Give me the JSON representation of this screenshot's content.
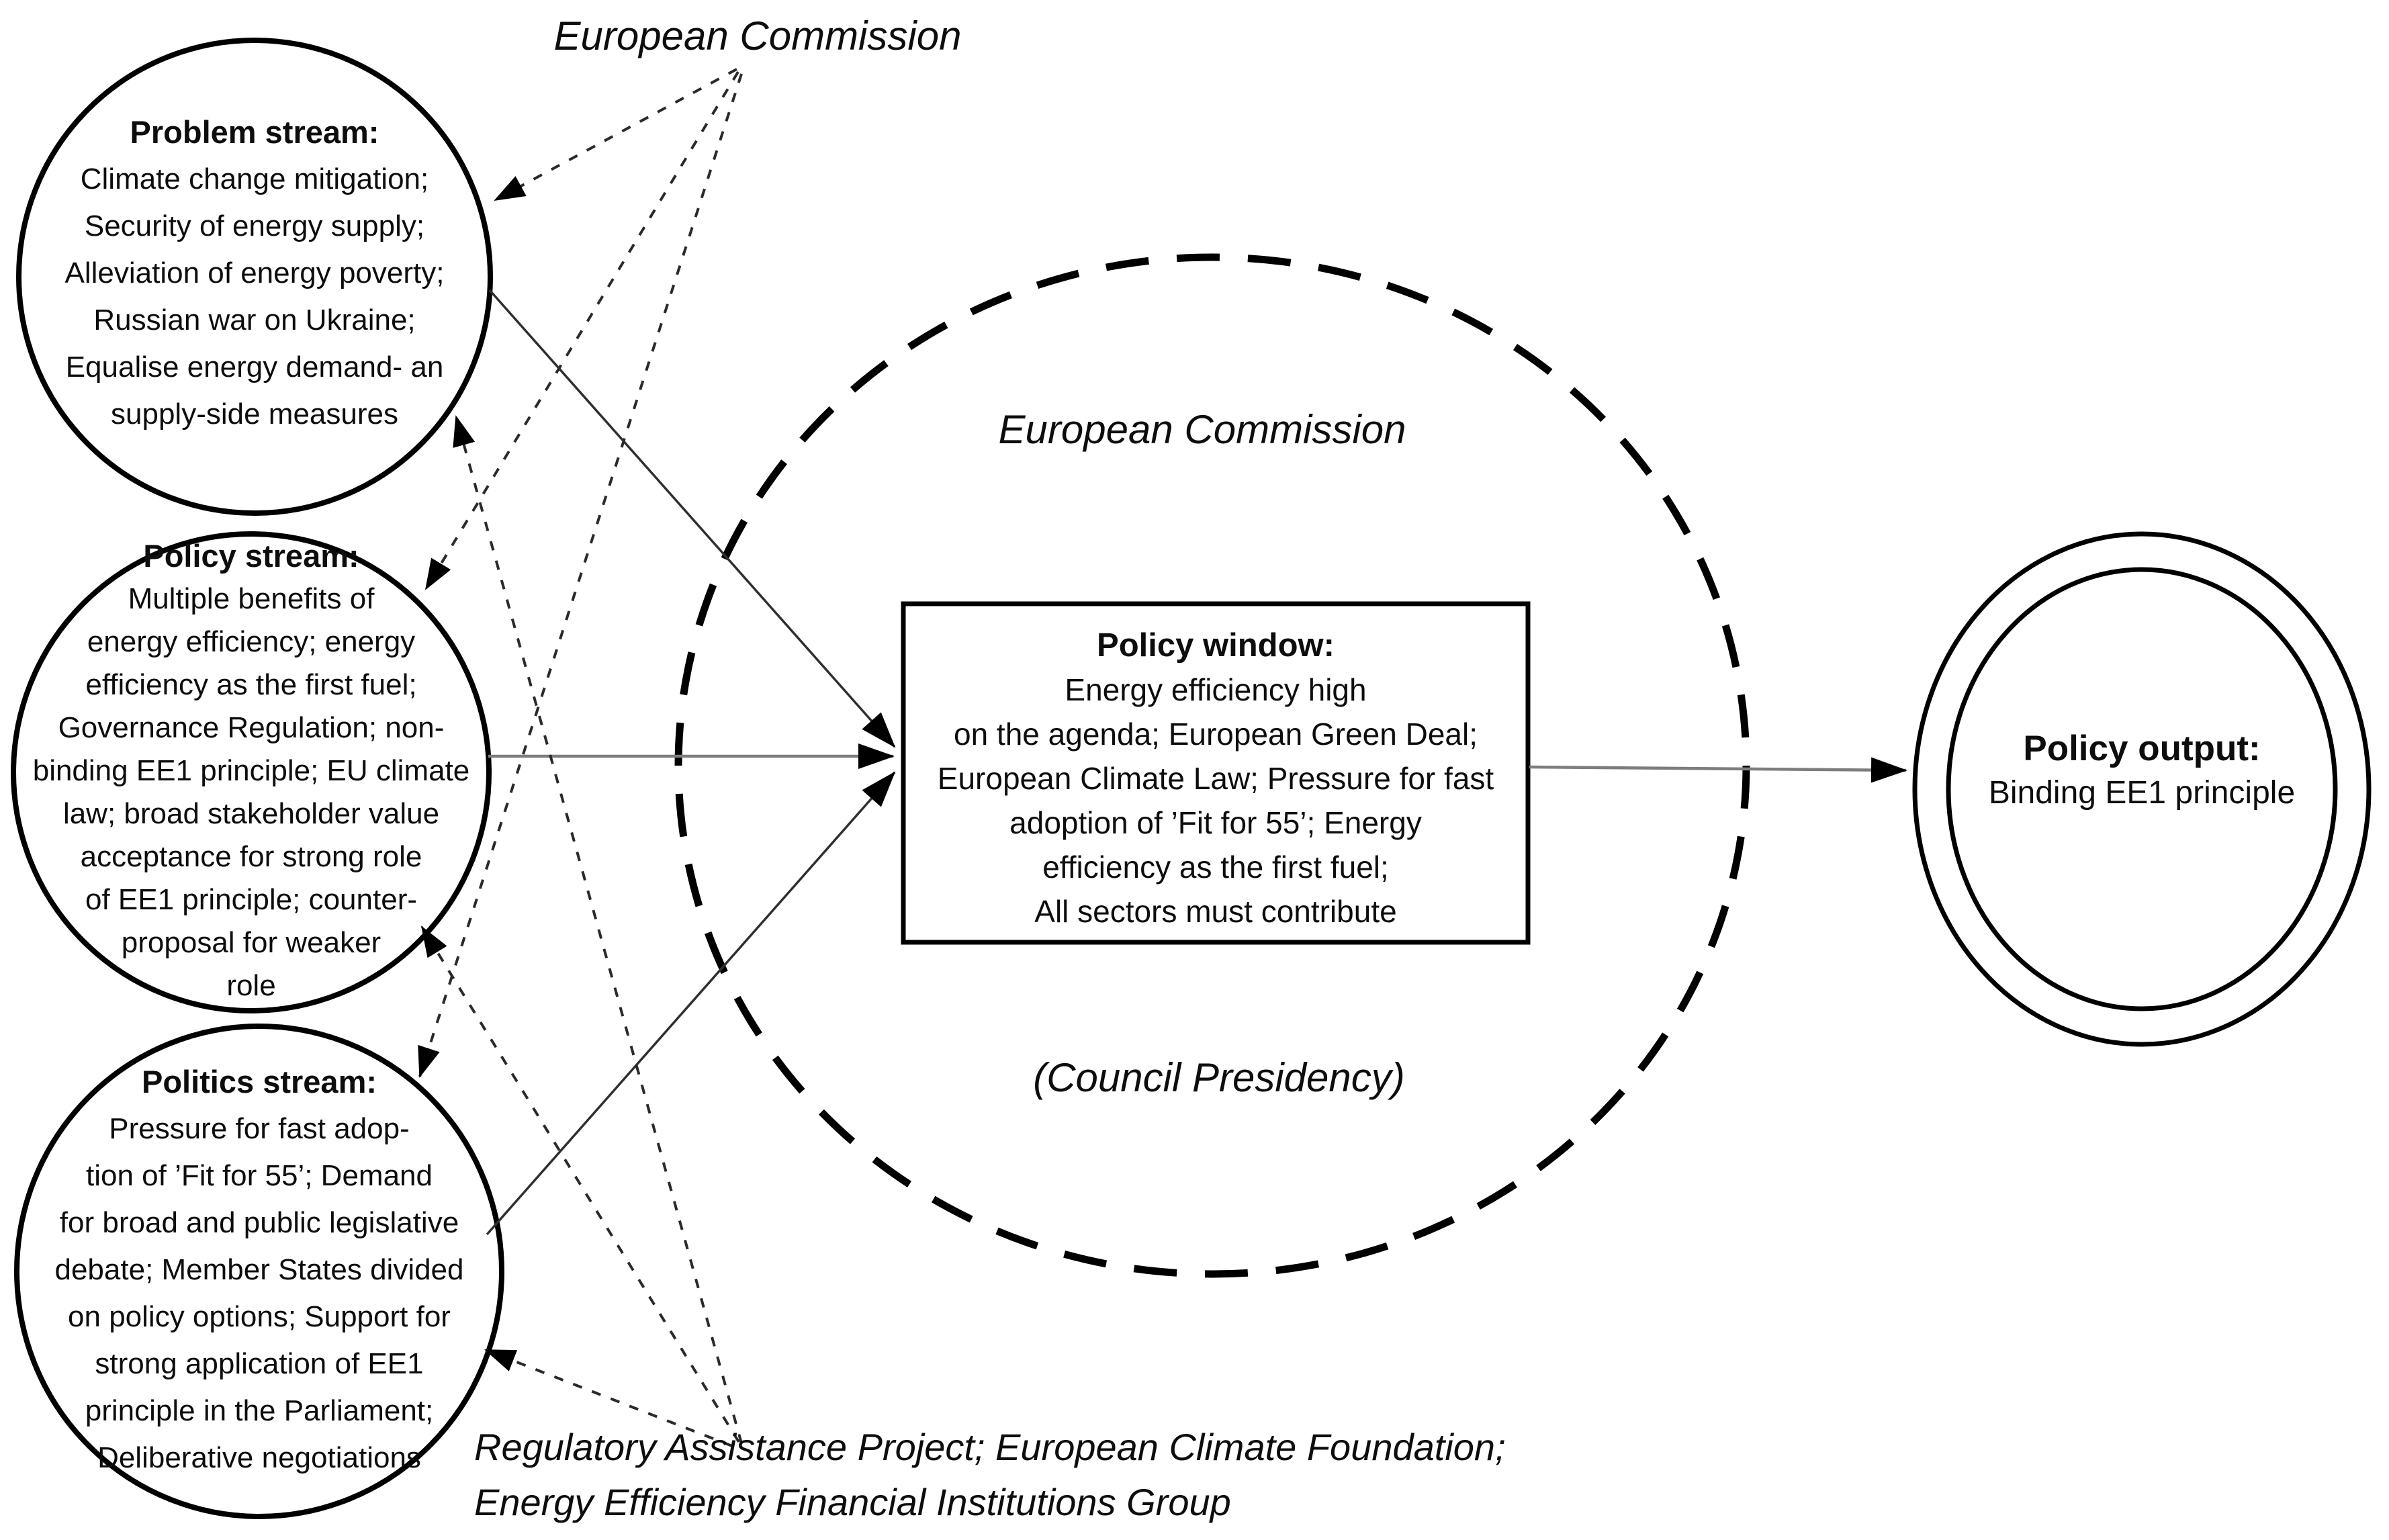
{
  "colors": {
    "ink": "#000000",
    "dark_line": "#2f2f2f",
    "gray_line": "#7d7d7d",
    "background": "#ffffff"
  },
  "labels": {
    "top_actor": "European Commission",
    "inner_top_actor": "European Commission",
    "inner_bottom_actor": "(Council Presidency)",
    "bottom_actors": "Regulatory Assistance Project; European Climate Foundation;\nEnergy Efficiency Financial Institutions Group"
  },
  "streams": {
    "problem": {
      "title": "Problem stream:",
      "body": "Climate change mitigation;\nSecurity of energy supply;\nAlleviation of energy poverty;\nRussian war on Ukraine;\nEqualise energy demand- an\nsupply-side measures"
    },
    "policy": {
      "title": "Policy stream:",
      "body": "Multiple benefits of\nenergy efficiency; energy\nefficiency as the first fuel;\nGovernance Regulation; non-\nbinding EE1 principle; EU climate\nlaw; broad stakeholder value\nacceptance for strong role\nof EE1 principle; counter-\nproposal for weaker\nrole"
    },
    "politics": {
      "title": "Politics stream:",
      "body": "Pressure for fast adop-\ntion of ’Fit for 55’; Demand\nfor broad and public legislative\ndebate; Member States divided\non policy options; Support for\nstrong application of EE1\nprinciple in the Parliament;\nDeliberative negotiations"
    }
  },
  "policy_window": {
    "title": "Policy window:",
    "body": "Energy efficiency high\non the agenda; European Green Deal;\nEuropean Climate Law; Pressure for fast\nadoption of ’Fit for 55’; Energy\nefficiency as the first fuel;\nAll sectors must contribute"
  },
  "policy_output": {
    "title": "Policy output:",
    "body": "Binding EE1 principle"
  }
}
